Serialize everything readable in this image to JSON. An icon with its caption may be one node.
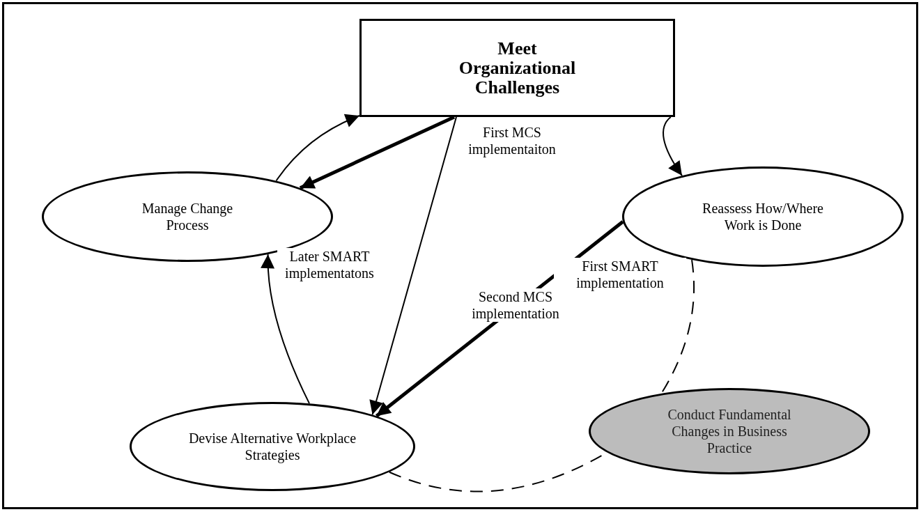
{
  "diagram": {
    "nodes": [
      {
        "text": [
          "Meet Organizational Challenges"
        ]
      },
      {
        "text": [
          "Manage Change Process"
        ]
      },
      {
        "text": [
          "Reassess How/Where Work is Done"
        ]
      },
      {
        "text": [
          "Devise Alternative Workplace Strategies"
        ]
      },
      {
        "text": [
          "Conduct Fundamental Changes in Business Practice"
        ]
      }
    ],
    "edges": [
      {
        "from": 1,
        "to": 0,
        "arrow": "to"
      },
      {
        "from": 0,
        "to": 1,
        "arrow": "to",
        "style": "thick"
      },
      {
        "from": 0,
        "to": 2,
        "arrow": "to"
      },
      {
        "from": 0,
        "to": 3,
        "arrow": "to",
        "label": "First MCS implementaiton"
      },
      {
        "from": 3,
        "to": 1,
        "arrow": "to",
        "label": "Later SMART implementatons"
      },
      {
        "from": 2,
        "to": 3,
        "arrow": "to",
        "style": "thick",
        "label": "Second MCS implementation"
      },
      {
        "from": 2,
        "to": 4,
        "arrow": "none",
        "style": "dashed"
      },
      {
        "from": 3,
        "to": 4,
        "arrow": "none",
        "style": "dashed"
      }
    ],
    "labels": [
      "First SMART implementation"
    ]
  }
}
